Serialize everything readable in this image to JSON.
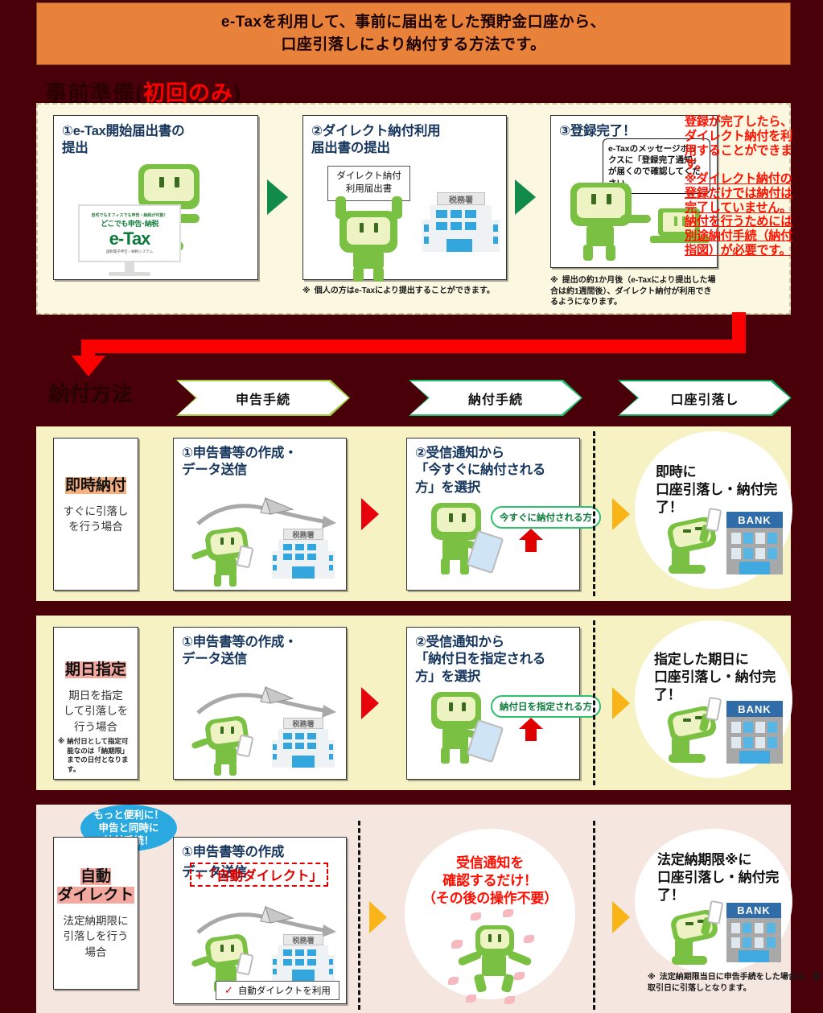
{
  "header": {
    "line1": "e-Taxを利用して、事前に届出をした預貯金口座から、",
    "line2": "口座引落しにより納付する方法です。"
  },
  "prep_section": {
    "title_plain": "事前準備(",
    "title_highlight": "初回のみ",
    "title_close": ")",
    "steps": [
      {
        "title": "①e-Tax開始届出書の",
        "title2": "提出",
        "monitor": {
          "tagline": "自宅でもオフィスでも申告・納税が可能！",
          "sub": "どこでも申告･納税",
          "brand": "e-Tax",
          "foot": "国税電子申告・納税システム"
        },
        "note": ""
      },
      {
        "title": "②ダイレクト納付利用",
        "title2": "届出書の提出",
        "doc_line1": "ダイレクト納付",
        "doc_line2": "利用届出書",
        "office_label": "税務署",
        "note_mark": "※",
        "note": "個人の方はe-Taxにより提出することができます。"
      },
      {
        "title": "③登録完了！",
        "title2": "",
        "bubble": "e-Taxのメッセージボックスに「登録完了通知」が届くので確認してください。",
        "note_mark": "※",
        "note": "提出の約1か月後（e-Taxにより提出した場合は約1週間後）、ダイレクト納付が利用できるようになります。"
      }
    ],
    "red_note": {
      "p1": "登録が完了したら、ダイレクト納付を利用することができます。",
      "p2": "※ダイレクト納付の登録だけでは納付は完了していません。",
      "p3": "納付を行うためには別途納付手続（納付指図）が必要です。"
    }
  },
  "pay_section": {
    "title": "納付方法",
    "chevrons": [
      {
        "label": "申告手続",
        "fill": "#ffffff",
        "border": "#9ecb3a"
      },
      {
        "label": "納付手続",
        "fill": "#ffffff",
        "border": "#17bf6a"
      },
      {
        "label": "口座引落し",
        "fill": "#ffffff",
        "border": "#00a651"
      }
    ],
    "rows": [
      {
        "label_main": "即時納付",
        "highlight": "orange",
        "label_sub": "すぐに引落し\nを行う場合",
        "label_note": "",
        "step1_title": "①申告書等の作成・",
        "step1_title2": "データ送信",
        "office_label": "税務署",
        "step2_title": "②受信通知から",
        "step2_title2": "「今すぐに納付される",
        "step2_title3": "方」を選択",
        "pill": "今すぐに納付される方",
        "result_line1": "即時に",
        "result_line2": "口座引落し・納付完了！",
        "bank": "BANK",
        "result_note": ""
      },
      {
        "label_main": "期日指定",
        "highlight": "pink",
        "label_sub": "期日を指定\nして引落しを\n行う場合",
        "label_note_mark": "※",
        "label_note": "納付日として指定可能なのは「納期限」までの日付となります。",
        "step1_title": "①申告書等の作成・",
        "step1_title2": "データ送信",
        "office_label": "税務署",
        "step2_title": "②受信通知から",
        "step2_title2": "「納付日を指定される",
        "step2_title3": "方」を選択",
        "pill": "納付日を指定される方",
        "result_line1": "指定した期日に",
        "result_line2": "口座引落し・納付完了！",
        "bank": "BANK",
        "result_note": ""
      },
      {
        "label_main1": "自動",
        "label_main2": "ダイレクト",
        "highlight": "pink",
        "label_sub": "法定納期限に\n引落しを行う\n場合",
        "bubble_blue": "もっと便利に！\n申告と同時に\n納付手続！",
        "step1_title": "①申告書等の作成",
        "step1_dashed": "+「自動ダイレクト」",
        "step1_title3": "データ送信",
        "office_label": "税務署",
        "checkbox_label": "自動ダイレクトを利用",
        "checkbox_mark": "✓",
        "mid_line1": "受信通知を",
        "mid_line2": "確認するだけ！",
        "mid_line3": "（その後の操作不要）",
        "result_line1": "法定納期限※に",
        "result_line2": "口座引落し・納付完了！",
        "bank": "BANK",
        "result_note_mark": "※",
        "result_note": "法定納期限当日に申告手続をした場合は、翌取引日に引落しとなります。"
      }
    ]
  },
  "colors": {
    "page_bg": "#4a0008",
    "header_bg": "#e8813a",
    "prep_bg": "#fbf7e0",
    "row_yellow": "#f6f2c4",
    "row_pink": "#f6e6e0",
    "red_accent": "#ff1200",
    "mascot_green": "#7ac143",
    "title_blue": "#17365d"
  }
}
